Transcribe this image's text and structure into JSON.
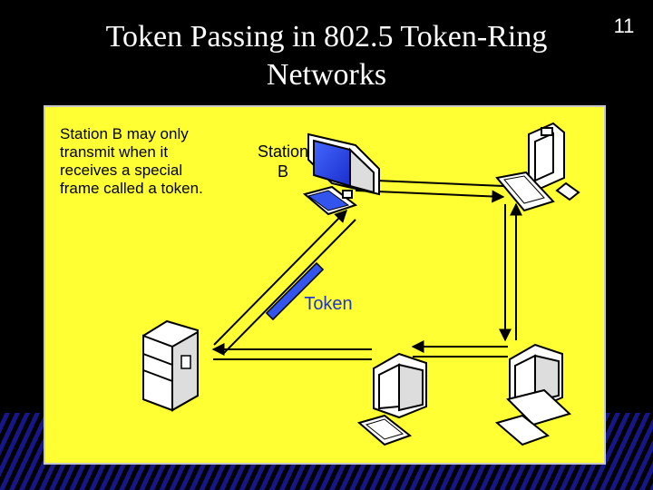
{
  "slide": {
    "title_line1": "Token Passing in 802.5 Token-Ring",
    "title_line2": "Networks",
    "page_number": "11"
  },
  "caption": {
    "line1": "Station B may only",
    "line2": "transmit when it",
    "line3": "receives a special",
    "line4": "frame called a token."
  },
  "labels": {
    "station_line1": "Station",
    "station_line2": "B",
    "token": "Token"
  },
  "icons": [
    "workstation-b-icon",
    "workstation-top-right-icon",
    "workstation-bottom-middle-icon",
    "workstation-bottom-right-icon",
    "server-tower-icon"
  ],
  "colors": {
    "background": "#000000",
    "panel": "#ffff33",
    "token": "#2233cc",
    "screen": "#3355ee"
  }
}
